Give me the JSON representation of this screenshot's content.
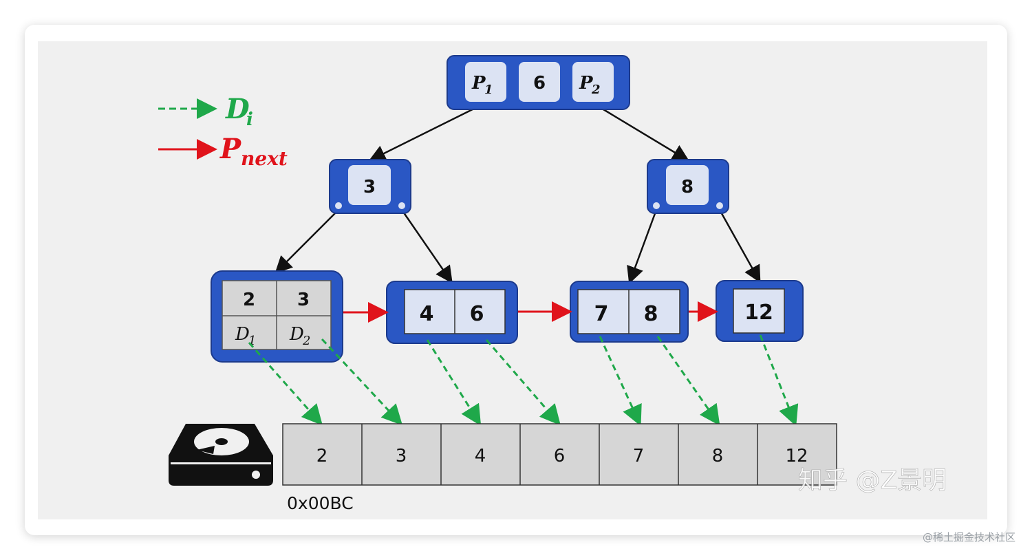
{
  "legend": {
    "data_symbol": "D",
    "data_sub": "i",
    "next_symbol": "P",
    "next_sub": "next"
  },
  "tree": {
    "root": {
      "p1": "P",
      "p1_sub": "1",
      "key": "6",
      "p2": "P",
      "p2_sub": "2"
    },
    "internal_left": {
      "key": "3"
    },
    "internal_right": {
      "key": "8"
    },
    "leaf1": {
      "keys": [
        "2",
        "3"
      ],
      "data": [
        {
          "sym": "D",
          "sub": "1"
        },
        {
          "sym": "D",
          "sub": "2"
        }
      ]
    },
    "leaf2": {
      "keys": [
        "4",
        "6"
      ]
    },
    "leaf3": {
      "keys": [
        "7",
        "8"
      ]
    },
    "leaf4": {
      "keys": [
        "12"
      ]
    }
  },
  "memory": {
    "cells": [
      "2",
      "3",
      "4",
      "6",
      "7",
      "8",
      "12"
    ],
    "address": "0x00BC"
  },
  "watermark": "知乎 @Z景明",
  "footer": "@稀土掘金技术社区",
  "colors": {
    "node_fill": "#2a57c4",
    "node_border": "#1c3a8c",
    "slot_fill": "#dce3f3",
    "data_cell_fill": "#d6d6d6",
    "data_arrow": "#1fa84a",
    "next_arrow": "#e0131b",
    "tree_arrow": "#111111"
  },
  "icons": {
    "disk": "hard-disk-icon"
  }
}
